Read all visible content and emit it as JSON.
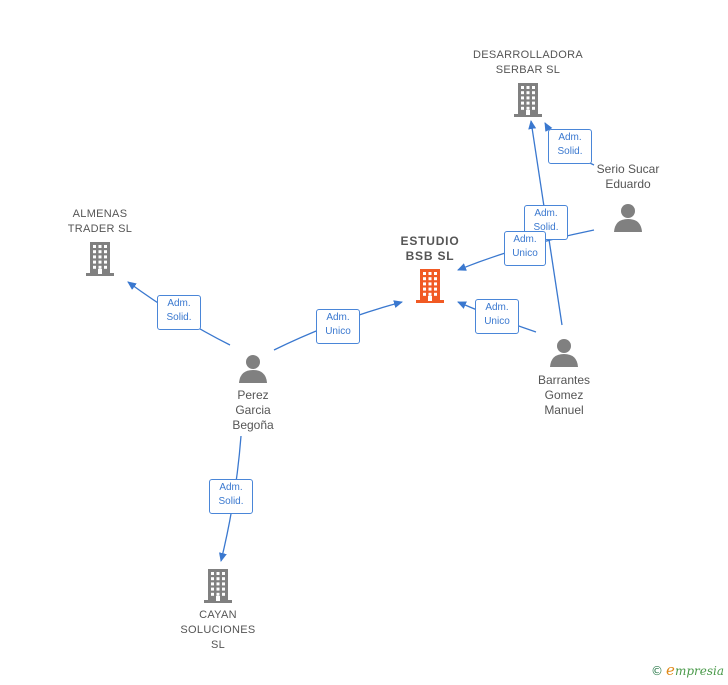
{
  "nodes": {
    "estudio": {
      "lines": [
        "ESTUDIO",
        "BSB SL"
      ],
      "color": "#f15a24"
    },
    "desarrolladora": {
      "lines": [
        "DESARROLLADORA",
        "SERBAR SL"
      ],
      "color": "#808080"
    },
    "almenas": {
      "lines": [
        "ALMENAS",
        "TRADER SL"
      ],
      "color": "#808080"
    },
    "cayan": {
      "lines": [
        "CAYAN",
        "SOLUCIONES",
        "SL"
      ],
      "color": "#808080"
    },
    "serio": {
      "lines": [
        "Serio Sucar",
        "Eduardo"
      ],
      "color": "#808080"
    },
    "barrantes": {
      "lines": [
        "Barrantes",
        "Gomez",
        "Manuel"
      ],
      "color": "#808080"
    },
    "perez": {
      "lines": [
        "Perez",
        "Garcia",
        "Begoña"
      ],
      "color": "#808080"
    }
  },
  "edges": {
    "serio_desarrolladora": [
      "Adm.",
      "Solid."
    ],
    "barrantes_desarrolladora": [
      "Adm.",
      "Solid."
    ],
    "serio_estudio": [
      "Adm.",
      "Unico"
    ],
    "barrantes_estudio": [
      "Adm.",
      "Unico"
    ],
    "perez_estudio": [
      "Adm.",
      "Unico"
    ],
    "perez_almenas": [
      "Adm.",
      "Solid."
    ],
    "perez_cayan": [
      "Adm.",
      "Solid."
    ]
  },
  "colors": {
    "edge": "#3a78cf"
  },
  "brand": {
    "symbol": "©",
    "initial": "e",
    "rest": "mpresia"
  }
}
